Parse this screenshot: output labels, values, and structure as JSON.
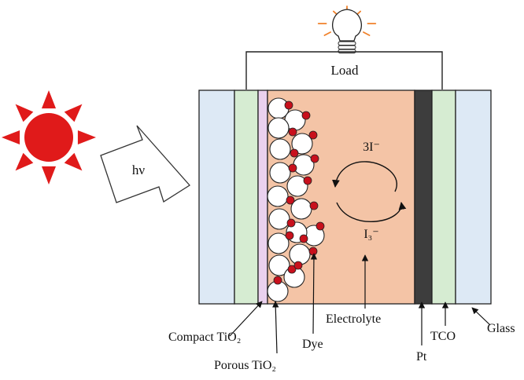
{
  "labels": {
    "load": "Load",
    "light": "hν",
    "triiodide_reduced": "3I⁻",
    "triiodide": "I₃⁻",
    "compact_tio2": "Compact TiO₂",
    "porous_tio2": "Porous TiO₂",
    "dye": "Dye",
    "electrolyte": "Electrolyte",
    "pt": "Pt",
    "tco": "TCO",
    "glass": "Glass"
  },
  "colors": {
    "sun": "#e01a1a",
    "glass": "#dde9f5",
    "tco": "#d6ecd2",
    "compact_tio2": "#ead1ee",
    "electrolyte": "#f4c4a6",
    "pt": "#3d3d3d",
    "dye": "#c8101c",
    "bulb_rays": "#f0812a",
    "outline": "#222222"
  },
  "icons": {
    "sun": "sun-icon",
    "bulb": "light-bulb-icon",
    "light_arrow": "light-arrow-icon",
    "redox_cycle": "redox-cycle-icon"
  }
}
